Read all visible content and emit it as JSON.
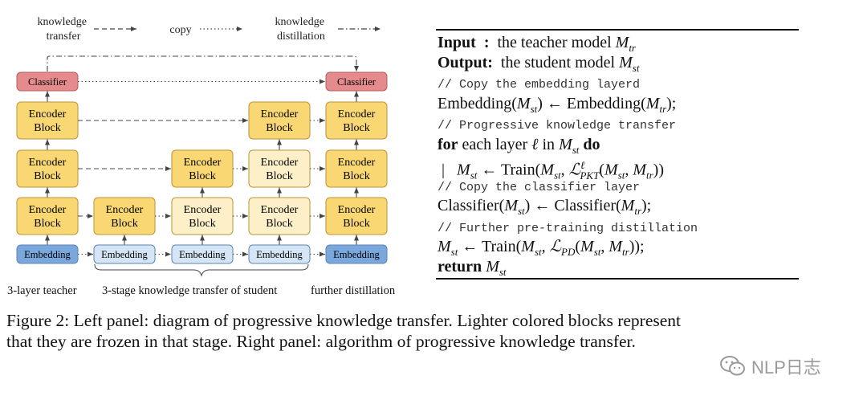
{
  "legend": {
    "transfer": "knowledge\ntransfer",
    "copy": "copy",
    "distillation": "knowledge\ndistillation"
  },
  "diagram": {
    "classifier": "Classifier",
    "encoder": "Encoder\nBlock",
    "embedding": "Embedding",
    "labels": {
      "teacher": "3-layer teacher",
      "stages": "3-stage knowledge transfer of student",
      "further": "further distillation"
    },
    "colors": {
      "classifier": "#e58a8d",
      "encoder": "#f9d772",
      "encoder_frozen": "#fdf0c8",
      "embedding": "#7aa7dc",
      "embedding_frozen": "#d6e5f6"
    }
  },
  "algorithm": {
    "input_kw": "Input",
    "input_colon": ":",
    "input_text": "the teacher model",
    "output_kw": "Output:",
    "output_text": "the student model",
    "c1": "// Copy the embedding layerd",
    "c2": "// Progressive knowledge transfer",
    "for_kw": "for",
    "for_text": "each layer",
    "in_text": "in",
    "do_kw": "do",
    "c3": "// Copy the classifier layer",
    "c4": "// Further pre-training distillation",
    "return_kw": "return",
    "embedding_word": "Embedding",
    "train_word": "Train",
    "classifier_word": "Classifier"
  },
  "caption": {
    "line1": "Figure 2: Left panel: diagram of progressive knowledge transfer. Lighter colored blocks represent",
    "line2": "that they are frozen in that stage. Right panel: algorithm of progressive knowledge transfer."
  },
  "watermark": "NLP日志"
}
